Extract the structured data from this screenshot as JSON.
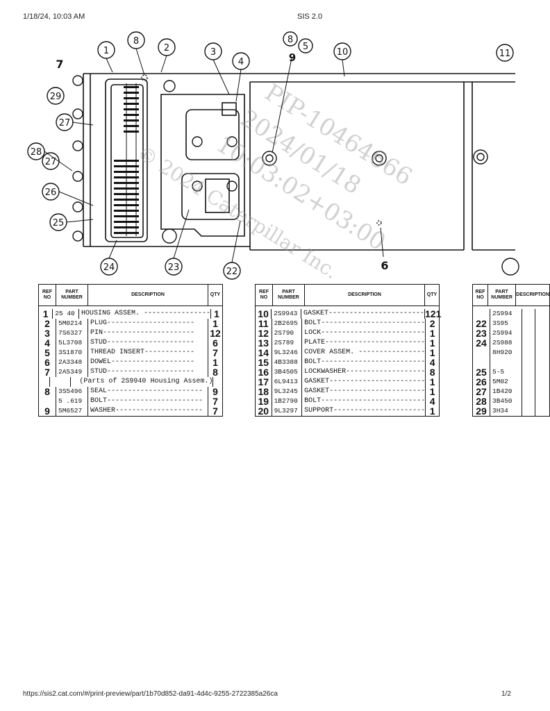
{
  "header": {
    "timestamp": "1/18/24, 10:03 AM",
    "title": "SIS 2.0"
  },
  "footer": {
    "url": "https://sis2.cat.com/#/print-preview/part/1b70d852-da91-4d4c-9255-2722385a26ca",
    "page": "1/2"
  },
  "watermark": {
    "lines": [
      "PIP-10464666",
      "2024/01/18",
      "10:03:02+03:00",
      "© 2024 Caterpillar Inc."
    ]
  },
  "callouts": [
    "7",
    "1",
    "8",
    "2",
    "3",
    "4",
    "8",
    "5",
    "9",
    "10",
    "11",
    "29",
    "27",
    "28",
    "27",
    "26",
    "25",
    "24",
    "23",
    "22",
    "6"
  ],
  "table_headers": {
    "ref": "REF NO",
    "part": "PART NUMBER",
    "desc": "DESCRIPTION",
    "qty": "QTY"
  },
  "table1": [
    {
      "ref": "1",
      "part": "25 40",
      "desc": "HOUSING ASSEM. ----------------",
      "qty": "1"
    },
    {
      "ref": "2",
      "part": "5M0214",
      "desc": "  PLUG---------------------",
      "qty": "1"
    },
    {
      "ref": "3",
      "part": "7S6327",
      "desc": "  PIN----------------------",
      "qty": "12"
    },
    {
      "ref": "4",
      "part": "5L3708",
      "desc": "  STUD---------------------",
      "qty": "6"
    },
    {
      "ref": "5",
      "part": "3S1870",
      "desc": "  THREAD INSERT------------",
      "qty": "7"
    },
    {
      "ref": "6",
      "part": "2A3348",
      "desc": "  DOWEL--------------------",
      "qty": "1"
    },
    {
      "ref": "7",
      "part": "2A5349",
      "desc": "  STUD---------------------",
      "qty": "8"
    },
    {
      "ref": "",
      "part": "",
      "desc": "(Parts of 2S9940 Housing Assem.)",
      "qty": "",
      "note": true
    },
    {
      "ref": "8",
      "part": "3S5496",
      "desc": "SEAL-----------------------",
      "qty": "9"
    },
    {
      "ref": "",
      "part": "5 .619",
      "desc": "BOLT-----------------------",
      "qty": "7"
    },
    {
      "ref": "9",
      "part": "5M6527",
      "desc": "WASHER---------------------",
      "qty": "7"
    }
  ],
  "table2": [
    {
      "ref": "10",
      "part": "2S9943",
      "desc": "GASKET-----------------------",
      "qty": "121"
    },
    {
      "ref": "11",
      "part": "2B2695",
      "desc": "BOLT-------------------------",
      "qty": "2"
    },
    {
      "ref": "12",
      "part": "2S790",
      "desc": "LOCK-------------------------",
      "qty": "1"
    },
    {
      "ref": "13",
      "part": "2S789",
      "desc": "PLATE------------------------",
      "qty": "1"
    },
    {
      "ref": "14",
      "part": "9L3246",
      "desc": "COVER ASSEM. ----------------",
      "qty": "1"
    },
    {
      "ref": "15",
      "part": "4B3388",
      "desc": "BOLT-------------------------",
      "qty": "4"
    },
    {
      "ref": "16",
      "part": "3B4505",
      "desc": "LOCKWASHER-------------------",
      "qty": "8"
    },
    {
      "ref": "17",
      "part": "6L9413",
      "desc": "GASKET-----------------------",
      "qty": "1"
    },
    {
      "ref": "18",
      "part": "9L3245",
      "desc": "GASKET-----------------------",
      "qty": "1"
    },
    {
      "ref": "19",
      "part": "1B2790",
      "desc": "BOLT-------------------------",
      "qty": "4"
    },
    {
      "ref": "20",
      "part": "9L3297",
      "desc": "SUPPORT----------------------",
      "qty": "1"
    }
  ],
  "table3": [
    {
      "ref": "",
      "part": "2S994",
      "desc": "",
      "qty": ""
    },
    {
      "ref": "22",
      "part": "3S95",
      "desc": "",
      "qty": ""
    },
    {
      "ref": "23",
      "part": "2S994",
      "desc": "",
      "qty": ""
    },
    {
      "ref": "24",
      "part": "2S988",
      "desc": "",
      "qty": ""
    },
    {
      "ref": "",
      "part": "8H920",
      "desc": "",
      "qty": ""
    },
    {
      "ref": "",
      "part": "",
      "desc": "",
      "qty": ""
    },
    {
      "ref": "25",
      "part": "5-5",
      "desc": "",
      "qty": ""
    },
    {
      "ref": "26",
      "part": "5M02",
      "desc": "",
      "qty": ""
    },
    {
      "ref": "27",
      "part": "1B420",
      "desc": "",
      "qty": ""
    },
    {
      "ref": "28",
      "part": "3B450",
      "desc": "",
      "qty": ""
    },
    {
      "ref": "29",
      "part": "3H34",
      "desc": "",
      "qty": ""
    }
  ]
}
